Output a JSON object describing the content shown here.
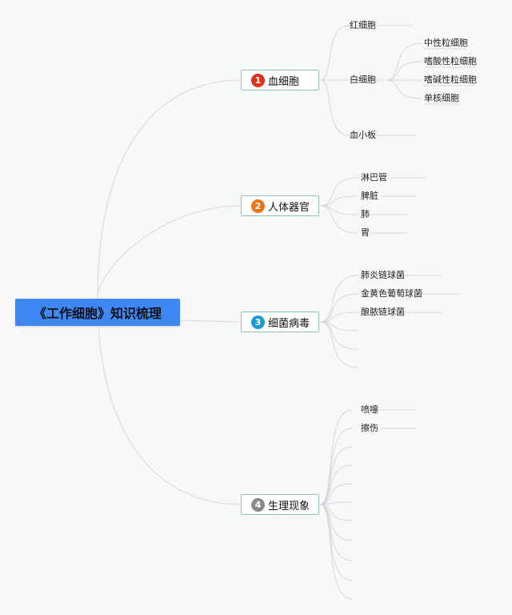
{
  "root": {
    "label": "《工作细胞》知识梳理"
  },
  "branches": [
    {
      "number": "1",
      "label": "血细胞",
      "badge_color": "#e0301e",
      "children": [
        {
          "label": "红细胞"
        },
        {
          "label": "白细胞",
          "children": [
            "中性粒细胞",
            "嗜酸性粒细胞",
            "嗜碱性粒细胞",
            "单核细胞"
          ]
        },
        {
          "label": "血小板"
        }
      ]
    },
    {
      "number": "2",
      "label": "人体器官",
      "badge_color": "#e8751a",
      "children": [
        {
          "label": "淋巴管"
        },
        {
          "label": "脾脏"
        },
        {
          "label": "肺"
        },
        {
          "label": "胃"
        }
      ]
    },
    {
      "number": "3",
      "label": "细菌病毒",
      "badge_color": "#1c9ad6",
      "children": [
        {
          "label": "肺炎链球菌"
        },
        {
          "label": "金黄色葡萄球菌"
        },
        {
          "label": "酿脓链球菌"
        }
      ]
    },
    {
      "number": "4",
      "label": "生理现象",
      "badge_color": "#8a8a8a",
      "children": [
        {
          "label": "喷嚏"
        },
        {
          "label": "擦伤"
        }
      ]
    }
  ]
}
